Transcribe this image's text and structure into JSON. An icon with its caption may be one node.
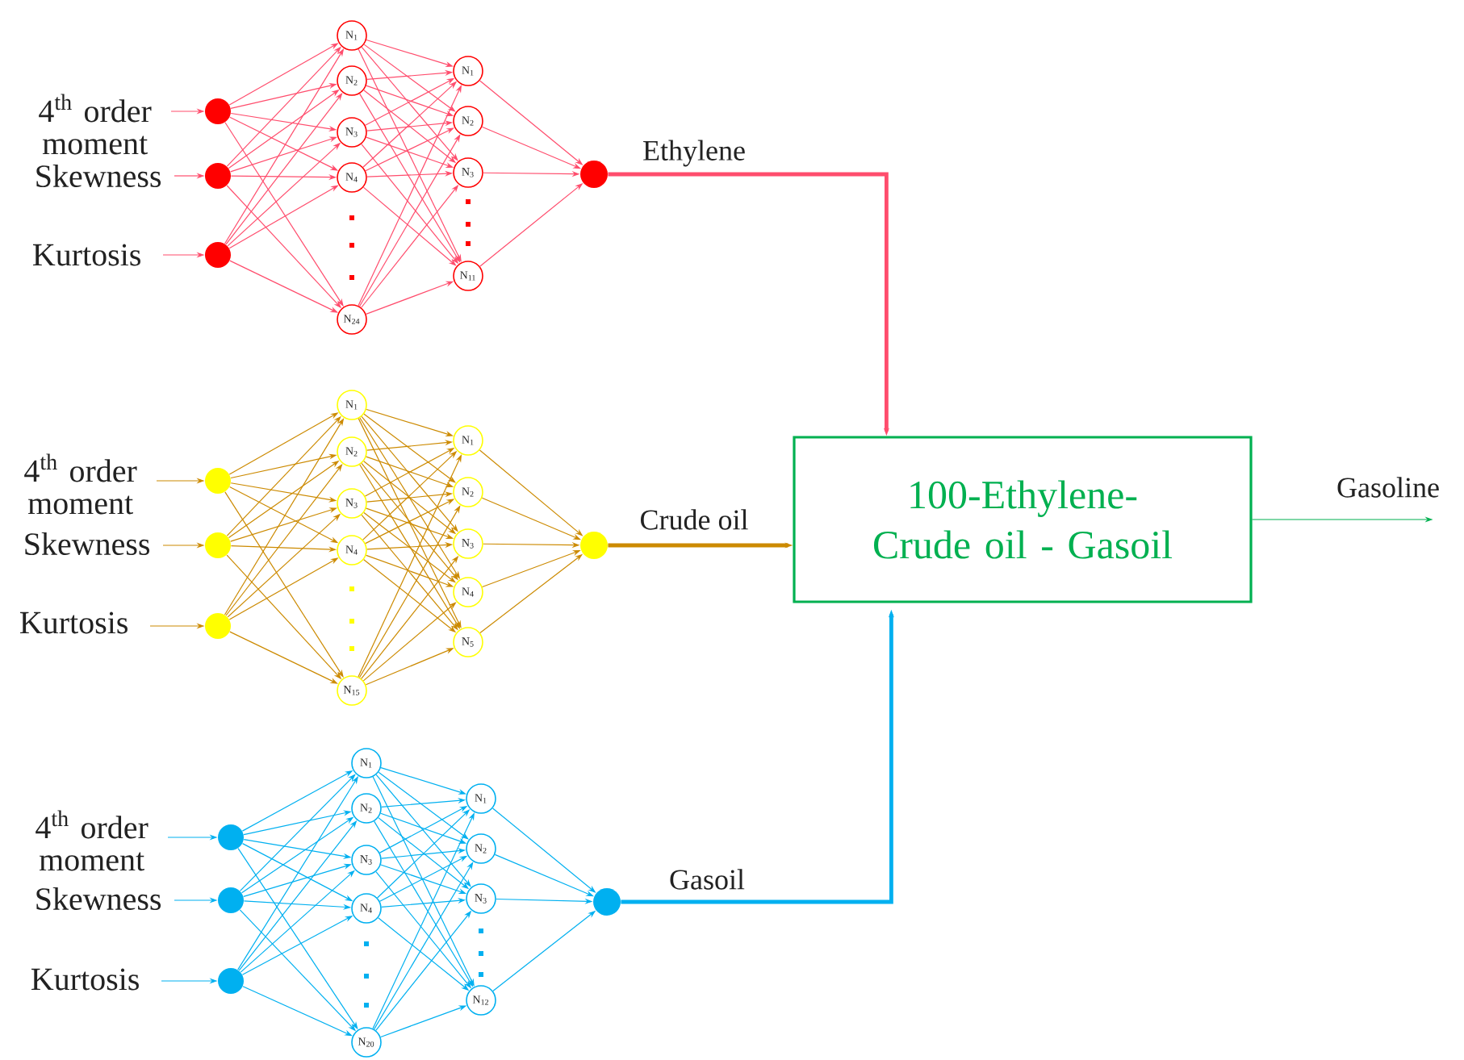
{
  "diagram": {
    "nodes": [
      {
        "text": [
          "4$^{th}$ order moment"
        ]
      },
      {
        "text": [
          "Skewness"
        ]
      },
      {
        "text": [
          "Kurtosis"
        ]
      },
      {
        "text": [],
        "shape": "circle"
      },
      {
        "text": [],
        "shape": "circle"
      },
      {
        "text": [],
        "shape": "circle"
      },
      {
        "text": [
          "N$_{1}$"
        ]
      },
      {
        "text": [
          "N$_{2}$"
        ]
      },
      {
        "text": [
          "N$_{3}$"
        ]
      },
      {
        "text": [
          "N$_{4}$"
        ]
      },
      {
        "text": [
          "N$_{24}$"
        ]
      },
      {
        "text": [
          "N$_{1}$"
        ]
      },
      {
        "text": [
          "N$_{2}$"
        ]
      },
      {
        "text": [
          "N$_{3}$"
        ]
      },
      {
        "text": [
          "N$_{11}$"
        ]
      },
      {
        "text": [],
        "shape": "circle"
      },
      {
        "text": [
          "4$^{th}$ order moment"
        ]
      },
      {
        "text": [
          "Skewness"
        ]
      },
      {
        "text": [
          "Kurtosis"
        ]
      },
      {
        "text": [],
        "shape": "circle"
      },
      {
        "text": [],
        "shape": "circle"
      },
      {
        "text": [],
        "shape": "circle"
      },
      {
        "text": [
          "N$_{1}$"
        ]
      },
      {
        "text": [
          "N$_{2}$"
        ]
      },
      {
        "text": [
          "N$_{3}$"
        ]
      },
      {
        "text": [
          "N$_{4}$"
        ]
      },
      {
        "text": [
          "N$_{15}$"
        ]
      },
      {
        "text": [
          "N$_{1}$"
        ]
      },
      {
        "text": [
          "N$_{2}$"
        ]
      },
      {
        "text": [
          "N$_{3}$"
        ]
      },
      {
        "text": [
          "N$_{4}$"
        ]
      },
      {
        "text": [
          "N$_{5}$"
        ]
      },
      {
        "text": [],
        "shape": "circle"
      },
      {
        "text": [
          "4$^{th}$ order moment"
        ]
      },
      {
        "text": [
          "Skewness"
        ]
      },
      {
        "text": [
          "Kurtosis"
        ]
      },
      {
        "text": [],
        "shape": "circle"
      },
      {
        "text": [],
        "shape": "circle"
      },
      {
        "text": [],
        "shape": "circle"
      },
      {
        "text": [
          "N$_{1}$"
        ]
      },
      {
        "text": [
          "N$_{2}$"
        ]
      },
      {
        "text": [
          "N$_{3}$"
        ]
      },
      {
        "text": [
          "N$_{4}$"
        ]
      },
      {
        "text": [
          "N$_{20}$"
        ]
      },
      {
        "text": [
          "N$_{1}$"
        ]
      },
      {
        "text": [
          "N$_{2}$"
        ]
      },
      {
        "text": [
          "N$_{3}$"
        ]
      },
      {
        "text": [
          "N$_{12}$"
        ]
      },
      {
        "text": [],
        "shape": "circle"
      },
      {
        "text": [
          "100-Ethylene- Crude oil - Gasoil"
        ]
      }
    ],
    "edges": [
      {
        "from": 0,
        "to": 3,
        "arrow": "to",
        "color": "#ff4d6d"
      },
      {
        "from": 1,
        "to": 4,
        "arrow": "to",
        "color": "#ff4d6d"
      },
      {
        "from": 2,
        "to": 5,
        "arrow": "to",
        "color": "#ff4d6d"
      },
      {
        "from": 3,
        "to": 6,
        "arrow": "to",
        "color": "#ff4d6d"
      },
      {
        "from": 3,
        "to": 7,
        "arrow": "to",
        "color": "#ff4d6d"
      },
      {
        "from": 3,
        "to": 8,
        "arrow": "to",
        "color": "#ff4d6d"
      },
      {
        "from": 3,
        "to": 9,
        "arrow": "to",
        "color": "#ff4d6d"
      },
      {
        "from": 3,
        "to": 10,
        "arrow": "to",
        "color": "#ff4d6d"
      },
      {
        "from": 4,
        "to": 6,
        "arrow": "to",
        "color": "#ff4d6d"
      },
      {
        "from": 4,
        "to": 7,
        "arrow": "to",
        "color": "#ff4d6d"
      },
      {
        "from": 4,
        "to": 8,
        "arrow": "to",
        "color": "#ff4d6d"
      },
      {
        "from": 4,
        "to": 9,
        "arrow": "to",
        "color": "#ff4d6d"
      },
      {
        "from": 4,
        "to": 10,
        "arrow": "to",
        "color": "#ff4d6d"
      },
      {
        "from": 5,
        "to": 6,
        "arrow": "to",
        "color": "#ff4d6d"
      },
      {
        "from": 5,
        "to": 7,
        "arrow": "to",
        "color": "#ff4d6d"
      },
      {
        "from": 5,
        "to": 8,
        "arrow": "to",
        "color": "#ff4d6d"
      },
      {
        "from": 5,
        "to": 9,
        "arrow": "to",
        "color": "#ff4d6d"
      },
      {
        "from": 5,
        "to": 10,
        "arrow": "to",
        "color": "#ff4d6d"
      },
      {
        "from": 6,
        "to": 11,
        "arrow": "to",
        "color": "#ff4d6d"
      },
      {
        "from": 6,
        "to": 12,
        "arrow": "to",
        "color": "#ff4d6d"
      },
      {
        "from": 6,
        "to": 13,
        "arrow": "to",
        "color": "#ff4d6d"
      },
      {
        "from": 6,
        "to": 14,
        "arrow": "to",
        "color": "#ff4d6d"
      },
      {
        "from": 7,
        "to": 11,
        "arrow": "to",
        "color": "#ff4d6d"
      },
      {
        "from": 7,
        "to": 12,
        "arrow": "to",
        "color": "#ff4d6d"
      },
      {
        "from": 7,
        "to": 13,
        "arrow": "to",
        "color": "#ff4d6d"
      },
      {
        "from": 7,
        "to": 14,
        "arrow": "to",
        "color": "#ff4d6d"
      },
      {
        "from": 8,
        "to": 11,
        "arrow": "to",
        "color": "#ff4d6d"
      },
      {
        "from": 8,
        "to": 12,
        "arrow": "to",
        "color": "#ff4d6d"
      },
      {
        "from": 8,
        "to": 13,
        "arrow": "to",
        "color": "#ff4d6d"
      },
      {
        "from": 8,
        "to": 14,
        "arrow": "to",
        "color": "#ff4d6d"
      },
      {
        "from": 9,
        "to": 11,
        "arrow": "to",
        "color": "#ff4d6d"
      },
      {
        "from": 9,
        "to": 12,
        "arrow": "to",
        "color": "#ff4d6d"
      },
      {
        "from": 9,
        "to": 13,
        "arrow": "to",
        "color": "#ff4d6d"
      },
      {
        "from": 9,
        "to": 14,
        "arrow": "to",
        "color": "#ff4d6d"
      },
      {
        "from": 10,
        "to": 11,
        "arrow": "to",
        "color": "#ff4d6d"
      },
      {
        "from": 10,
        "to": 12,
        "arrow": "to",
        "color": "#ff4d6d"
      },
      {
        "from": 10,
        "to": 13,
        "arrow": "to",
        "color": "#ff4d6d"
      },
      {
        "from": 10,
        "to": 14,
        "arrow": "to",
        "color": "#ff4d6d"
      },
      {
        "from": 11,
        "to": 15,
        "arrow": "to",
        "color": "#ff4d6d"
      },
      {
        "from": 12,
        "to": 15,
        "arrow": "to",
        "color": "#ff4d6d"
      },
      {
        "from": 13,
        "to": 15,
        "arrow": "to",
        "color": "#ff4d6d"
      },
      {
        "from": 14,
        "to": 15,
        "arrow": "to",
        "color": "#ff4d6d"
      },
      {
        "from": 15,
        "to": 49,
        "arrow": "to",
        "label": "Ethylene",
        "style": "thick",
        "color": "#ff4d6d"
      },
      {
        "from": 16,
        "to": 19,
        "arrow": "to"
      },
      {
        "from": 17,
        "to": 20,
        "arrow": "to"
      },
      {
        "from": 18,
        "to": 21,
        "arrow": "to"
      },
      {
        "from": 19,
        "to": 22,
        "arrow": "to"
      },
      {
        "from": 19,
        "to": 23,
        "arrow": "to"
      },
      {
        "from": 19,
        "to": 24,
        "arrow": "to"
      },
      {
        "from": 19,
        "to": 25,
        "arrow": "to"
      },
      {
        "from": 19,
        "to": 26,
        "arrow": "to"
      },
      {
        "from": 20,
        "to": 22,
        "arrow": "to"
      },
      {
        "from": 20,
        "to": 23,
        "arrow": "to"
      },
      {
        "from": 20,
        "to": 24,
        "arrow": "to"
      },
      {
        "from": 20,
        "to": 25,
        "arrow": "to"
      },
      {
        "from": 20,
        "to": 26,
        "arrow": "to"
      },
      {
        "from": 21,
        "to": 22,
        "arrow": "to"
      },
      {
        "from": 21,
        "to": 23,
        "arrow": "to"
      },
      {
        "from": 21,
        "to": 24,
        "arrow": "to"
      },
      {
        "from": 21,
        "to": 25,
        "arrow": "to"
      },
      {
        "from": 21,
        "to": 26,
        "arrow": "to"
      },
      {
        "from": 22,
        "to": 27,
        "arrow": "to"
      },
      {
        "from": 22,
        "to": 28,
        "arrow": "to"
      },
      {
        "from": 22,
        "to": 29,
        "arrow": "to"
      },
      {
        "from": 22,
        "to": 30,
        "arrow": "to"
      },
      {
        "from": 22,
        "to": 31,
        "arrow": "to"
      },
      {
        "from": 23,
        "to": 27,
        "arrow": "to"
      },
      {
        "from": 23,
        "to": 28,
        "arrow": "to"
      },
      {
        "from": 23,
        "to": 29,
        "arrow": "to"
      },
      {
        "from": 23,
        "to": 30,
        "arrow": "to"
      },
      {
        "from": 23,
        "to": 31,
        "arrow": "to"
      },
      {
        "from": 24,
        "to": 27,
        "arrow": "to"
      },
      {
        "from": 24,
        "to": 28,
        "arrow": "to"
      },
      {
        "from": 24,
        "to": 29,
        "arrow": "to"
      },
      {
        "from": 24,
        "to": 30,
        "arrow": "to"
      },
      {
        "from": 24,
        "to": 31,
        "arrow": "to"
      },
      {
        "from": 25,
        "to": 27,
        "arrow": "to"
      },
      {
        "from": 25,
        "to": 28,
        "arrow": "to"
      },
      {
        "from": 25,
        "to": 29,
        "arrow": "to"
      },
      {
        "from": 25,
        "to": 30,
        "arrow": "to"
      },
      {
        "from": 25,
        "to": 31,
        "arrow": "to"
      },
      {
        "from": 26,
        "to": 27,
        "arrow": "to"
      },
      {
        "from": 26,
        "to": 28,
        "arrow": "to"
      },
      {
        "from": 26,
        "to": 29,
        "arrow": "to"
      },
      {
        "from": 26,
        "to": 30,
        "arrow": "to"
      },
      {
        "from": 26,
        "to": 31,
        "arrow": "to"
      },
      {
        "from": 27,
        "to": 32,
        "arrow": "to"
      },
      {
        "from": 28,
        "to": 32,
        "arrow": "to"
      },
      {
        "from": 29,
        "to": 32,
        "arrow": "to"
      },
      {
        "from": 30,
        "to": 32,
        "arrow": "to"
      },
      {
        "from": 31,
        "to": 32,
        "arrow": "to"
      },
      {
        "from": 32,
        "to": 49,
        "arrow": "to",
        "label": "Crude oil",
        "style": "thick"
      },
      {
        "from": 33,
        "to": 36,
        "arrow": "to",
        "color": "#00b0f0"
      },
      {
        "from": 34,
        "to": 37,
        "arrow": "to",
        "color": "#00b0f0"
      },
      {
        "from": 35,
        "to": 38,
        "arrow": "to",
        "color": "#00b0f0"
      },
      {
        "from": 36,
        "to": 39,
        "arrow": "to",
        "color": "#00b0f0"
      },
      {
        "from": 36,
        "to": 40,
        "arrow": "to",
        "color": "#00b0f0"
      },
      {
        "from": 36,
        "to": 41,
        "arrow": "to",
        "color": "#00b0f0"
      },
      {
        "from": 36,
        "to": 42,
        "arrow": "to",
        "color": "#00b0f0"
      },
      {
        "from": 36,
        "to": 43,
        "arrow": "to",
        "color": "#00b0f0"
      },
      {
        "from": 37,
        "to": 39,
        "arrow": "to",
        "color": "#00b0f0"
      },
      {
        "from": 37,
        "to": 40,
        "arrow": "to",
        "color": "#00b0f0"
      },
      {
        "from": 37,
        "to": 41,
        "arrow": "to",
        "color": "#00b0f0"
      },
      {
        "from": 37,
        "to": 42,
        "arrow": "to",
        "color": "#00b0f0"
      },
      {
        "from": 37,
        "to": 43,
        "arrow": "to",
        "color": "#00b0f0"
      },
      {
        "from": 38,
        "to": 39,
        "arrow": "to",
        "color": "#00b0f0"
      },
      {
        "from": 38,
        "to": 40,
        "arrow": "to",
        "color": "#00b0f0"
      },
      {
        "from": 38,
        "to": 41,
        "arrow": "to",
        "color": "#00b0f0"
      },
      {
        "from": 38,
        "to": 42,
        "arrow": "to",
        "color": "#00b0f0"
      },
      {
        "from": 38,
        "to": 43,
        "arrow": "to",
        "color": "#00b0f0"
      },
      {
        "from": 39,
        "to": 44,
        "arrow": "to",
        "color": "#00b0f0"
      },
      {
        "from": 39,
        "to": 45,
        "arrow": "to",
        "color": "#00b0f0"
      },
      {
        "from": 39,
        "to": 46,
        "arrow": "to",
        "color": "#00b0f0"
      },
      {
        "from": 39,
        "to": 47,
        "arrow": "to",
        "color": "#00b0f0"
      },
      {
        "from": 40,
        "to": 44,
        "arrow": "to",
        "color": "#00b0f0"
      },
      {
        "from": 40,
        "to": 45,
        "arrow": "to",
        "color": "#00b0f0"
      },
      {
        "from": 40,
        "to": 46,
        "arrow": "to",
        "color": "#00b0f0"
      },
      {
        "from": 40,
        "to": 47,
        "arrow": "to",
        "color": "#00b0f0"
      },
      {
        "from": 41,
        "to": 44,
        "arrow": "to",
        "color": "#00b0f0"
      },
      {
        "from": 41,
        "to": 45,
        "arrow": "to",
        "color": "#00b0f0"
      },
      {
        "from": 41,
        "to": 46,
        "arrow": "to",
        "color": "#00b0f0"
      },
      {
        "from": 41,
        "to": 47,
        "arrow": "to",
        "color": "#00b0f0"
      },
      {
        "from": 42,
        "to": 44,
        "arrow": "to",
        "color": "#00b0f0"
      },
      {
        "from": 42,
        "to": 45,
        "arrow": "to",
        "color": "#00b0f0"
      },
      {
        "from": 42,
        "to": 46,
        "arrow": "to",
        "color": "#00b0f0"
      },
      {
        "from": 42,
        "to": 47,
        "arrow": "to",
        "color": "#00b0f0"
      },
      {
        "from": 43,
        "to": 44,
        "arrow": "to",
        "color": "#00b0f0"
      },
      {
        "from": 43,
        "to": 45,
        "arrow": "to",
        "color": "#00b0f0"
      },
      {
        "from": 43,
        "to": 46,
        "arrow": "to",
        "color": "#00b0f0"
      },
      {
        "from": 43,
        "to": 47,
        "arrow": "to",
        "color": "#00b0f0"
      },
      {
        "from": 44,
        "to": 48,
        "arrow": "to",
        "color": "#00b0f0"
      },
      {
        "from": 45,
        "to": 48,
        "arrow": "to",
        "color": "#00b0f0"
      },
      {
        "from": 46,
        "to": 48,
        "arrow": "to",
        "color": "#00b0f0"
      },
      {
        "from": 47,
        "to": 48,
        "arrow": "to",
        "color": "#00b0f0"
      },
      {
        "from": 48,
        "to": 49,
        "arrow": "to",
        "label": "Gasoil",
        "style": "thick",
        "color": "#00b0f0"
      },
      {
        "from": 49,
        "to": null,
        "arrow": "to",
        "label": "Gasoline",
        "color": "#00b050"
      }
    ]
  }
}
